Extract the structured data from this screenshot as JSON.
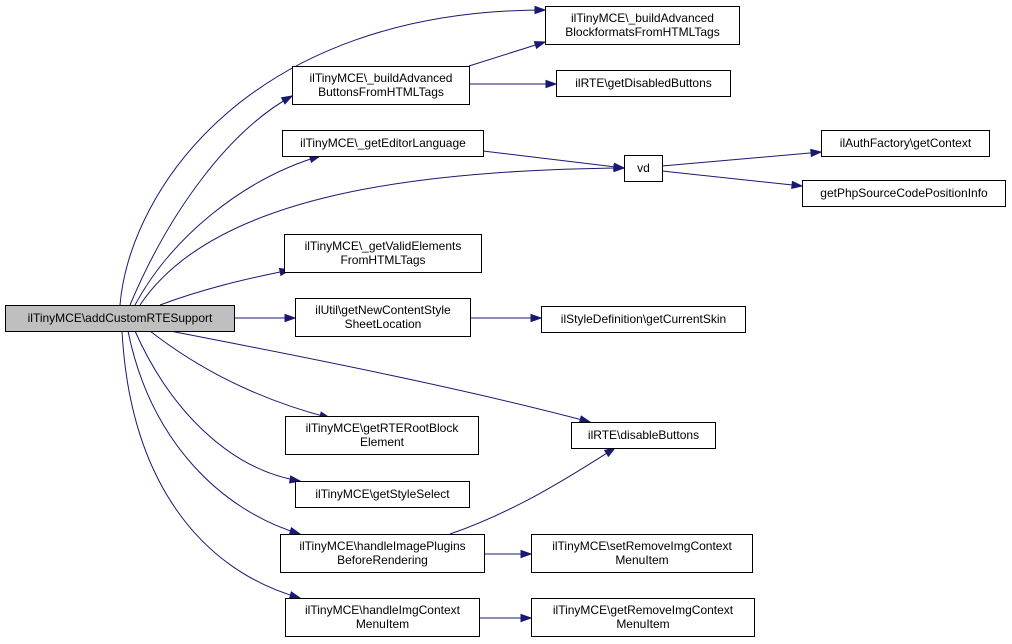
{
  "colors": {
    "edge": "#191970",
    "root_fill": "#bfbfbf",
    "node_fill": "#ffffff",
    "border": "#000000"
  },
  "nodes": [
    {
      "id": "root",
      "lines": [
        "ilTinyMCE\\addCustomRTESupport"
      ]
    },
    {
      "id": "bfmt",
      "lines": [
        "ilTinyMCE\\_buildAdvanced",
        "BlockformatsFromHTMLTags"
      ]
    },
    {
      "id": "bbtn",
      "lines": [
        "ilTinyMCE\\_buildAdvanced",
        "ButtonsFromHTMLTags"
      ]
    },
    {
      "id": "disbtn",
      "lines": [
        "ilRTE\\getDisabledButtons"
      ]
    },
    {
      "id": "lang",
      "lines": [
        "ilTinyMCE\\_getEditorLanguage"
      ]
    },
    {
      "id": "vd",
      "lines": [
        "vd"
      ]
    },
    {
      "id": "ctx",
      "lines": [
        "ilAuthFactory\\getContext"
      ]
    },
    {
      "id": "php",
      "lines": [
        "getPhpSourceCodePositionInfo"
      ]
    },
    {
      "id": "valid",
      "lines": [
        "ilTinyMCE\\_getValidElements",
        "FromHTMLTags"
      ]
    },
    {
      "id": "util",
      "lines": [
        "ilUtil\\getNewContentStyle",
        "SheetLocation"
      ]
    },
    {
      "id": "skin",
      "lines": [
        "ilStyleDefinition\\getCurrentSkin"
      ]
    },
    {
      "id": "rootblk",
      "lines": [
        "ilTinyMCE\\getRTERootBlock",
        "Element"
      ]
    },
    {
      "id": "disable",
      "lines": [
        "ilRTE\\disableButtons"
      ]
    },
    {
      "id": "style",
      "lines": [
        "ilTinyMCE\\getStyleSelect"
      ]
    },
    {
      "id": "himg",
      "lines": [
        "ilTinyMCE\\handleImagePlugins",
        "BeforeRendering"
      ]
    },
    {
      "id": "setrm",
      "lines": [
        "ilTinyMCE\\setRemoveImgContext",
        "MenuItem"
      ]
    },
    {
      "id": "hctx",
      "lines": [
        "ilTinyMCE\\handleImgContext",
        "MenuItem"
      ]
    },
    {
      "id": "getrm",
      "lines": [
        "ilTinyMCE\\getRemoveImgContext",
        "MenuItem"
      ]
    }
  ],
  "edges": [
    [
      "root",
      "bfmt"
    ],
    [
      "root",
      "bbtn"
    ],
    [
      "root",
      "lang"
    ],
    [
      "root",
      "vd"
    ],
    [
      "root",
      "valid"
    ],
    [
      "root",
      "util"
    ],
    [
      "root",
      "disable"
    ],
    [
      "root",
      "rootblk"
    ],
    [
      "root",
      "style"
    ],
    [
      "root",
      "himg"
    ],
    [
      "root",
      "hctx"
    ],
    [
      "bbtn",
      "bfmt"
    ],
    [
      "bbtn",
      "disbtn"
    ],
    [
      "lang",
      "vd"
    ],
    [
      "vd",
      "ctx"
    ],
    [
      "vd",
      "php"
    ],
    [
      "util",
      "skin"
    ],
    [
      "himg",
      "disable"
    ],
    [
      "himg",
      "setrm"
    ],
    [
      "hctx",
      "getrm"
    ]
  ]
}
